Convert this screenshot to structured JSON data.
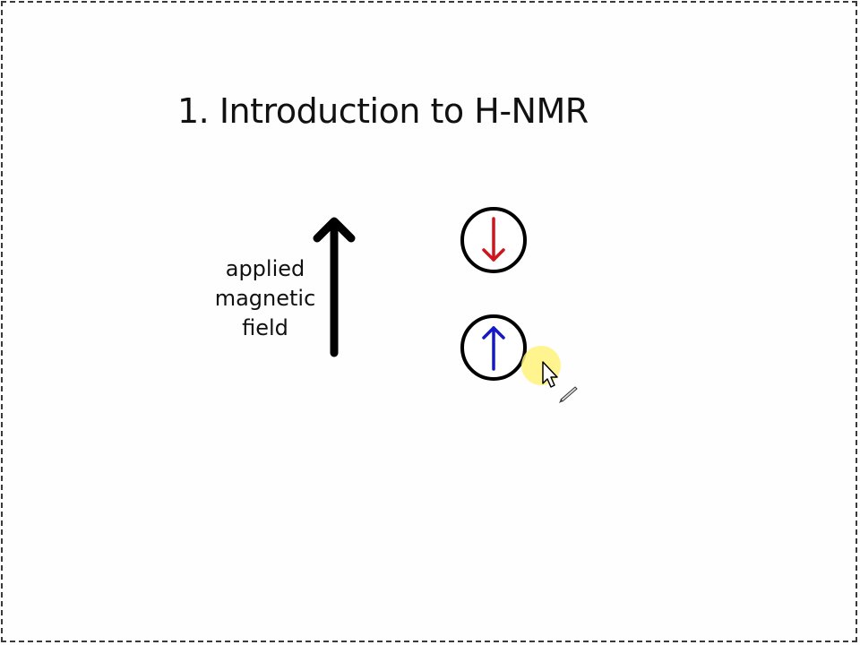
{
  "slide": {
    "title": "1. Introduction to H-NMR",
    "field_label": [
      "applied",
      "magnetic",
      "field"
    ]
  },
  "spins": [
    {
      "state": "spin-down",
      "icon": "arrow-down-icon",
      "color": "#d0141e"
    },
    {
      "state": "spin-up",
      "icon": "arrow-up-icon",
      "color": "#1418c8"
    }
  ],
  "colors": {
    "field_arrow": "#000000",
    "cursor_highlight": "#fff27a"
  }
}
